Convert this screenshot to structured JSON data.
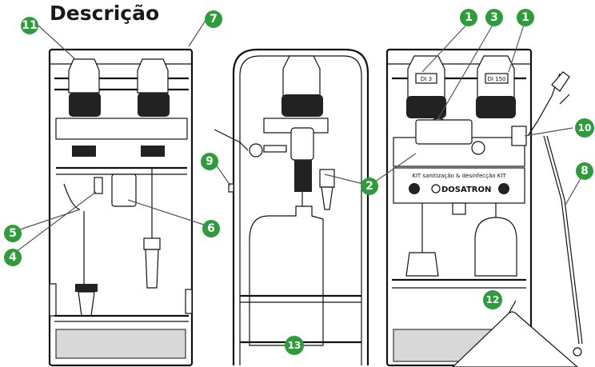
{
  "title": "Descrição",
  "callouts": [
    "11",
    "7",
    "1",
    "3",
    "1",
    "10",
    "9",
    "8",
    "2",
    "5",
    "6",
    "4",
    "12",
    "13"
  ],
  "labels": {
    "bottle_left": "DI 3",
    "bottle_right": "DI 150",
    "brand": "DOSATRON",
    "kit_text": "KIT sanitização & desinfecção KIT"
  }
}
